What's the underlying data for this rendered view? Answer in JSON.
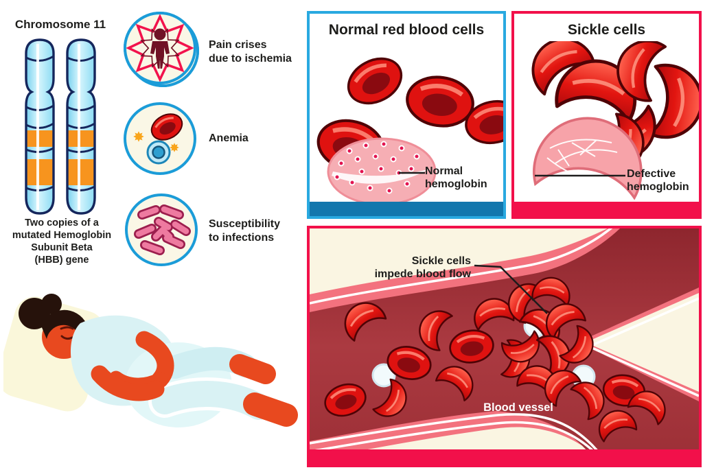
{
  "figure": {
    "chromosome": {
      "title": "Chromosome 11",
      "caption": "Two copies of a\nmutated Hemoglobin\nSubunit Beta\n(HBB) gene"
    },
    "symptoms": [
      {
        "icon": "pain-person-icon",
        "label": "Pain crises\ndue to ischemia"
      },
      {
        "icon": "blood-cells-icon",
        "label": "Anemia"
      },
      {
        "icon": "bacteria-icon",
        "label": "Susceptibility\nto infections"
      }
    ],
    "normal_panel": {
      "title": "Normal red blood cells",
      "callout": "Normal\nhemoglobin"
    },
    "sickle_panel": {
      "title": "Sickle cells",
      "callout": "Defective\nhemoglobin"
    },
    "vessel_panel": {
      "callout": "Sickle cells\nimpede blood flow",
      "label": "Blood vessel"
    },
    "colors": {
      "blue_accent": "#29a9e0",
      "blue_bar": "#1377ad",
      "crimson_accent": "#f2104a",
      "cream_background": "#faf5e2",
      "chromosome_band_orange": "#f7941e",
      "cell_red": "#df1210"
    }
  }
}
